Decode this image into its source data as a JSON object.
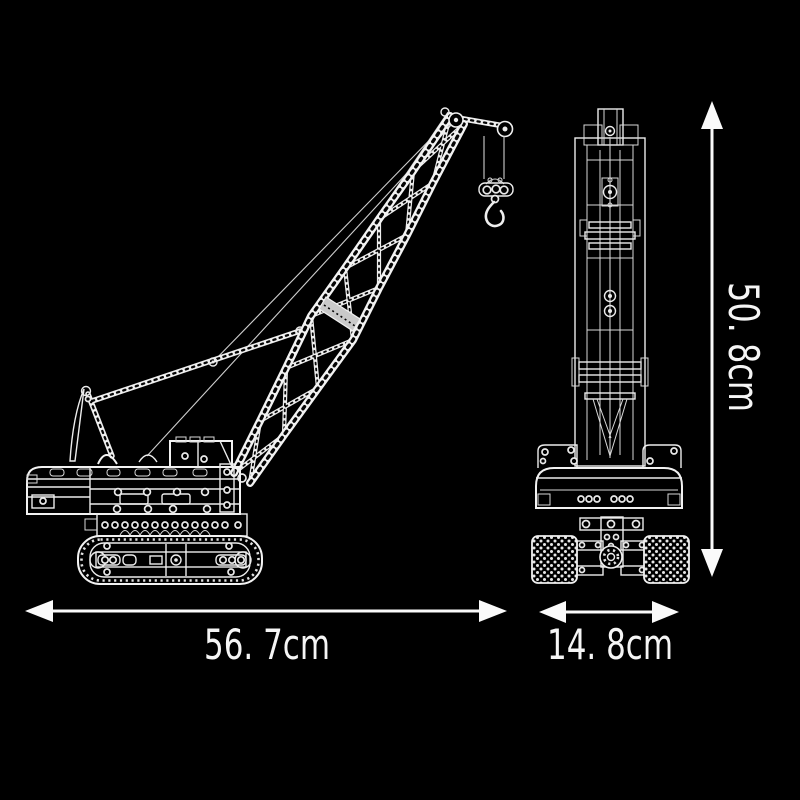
{
  "meta": {
    "description": "Black product image: white line-art dimension diagram of a building-block crawler crane, side view and front view with measurement arrows"
  },
  "colors": {
    "background": "#000000",
    "line_art": "#f0f0f0",
    "dimension_lines": "#fafafa",
    "label_text": "#f5f5f5"
  },
  "dimensions": {
    "side_width_label": "56. 7cm",
    "front_width_label": "14. 8cm",
    "height_label": "50. 8cm"
  },
  "figures": {
    "side_view_name": "crawler-crane-side-view-drawing",
    "front_view_name": "crawler-crane-front-view-drawing"
  }
}
